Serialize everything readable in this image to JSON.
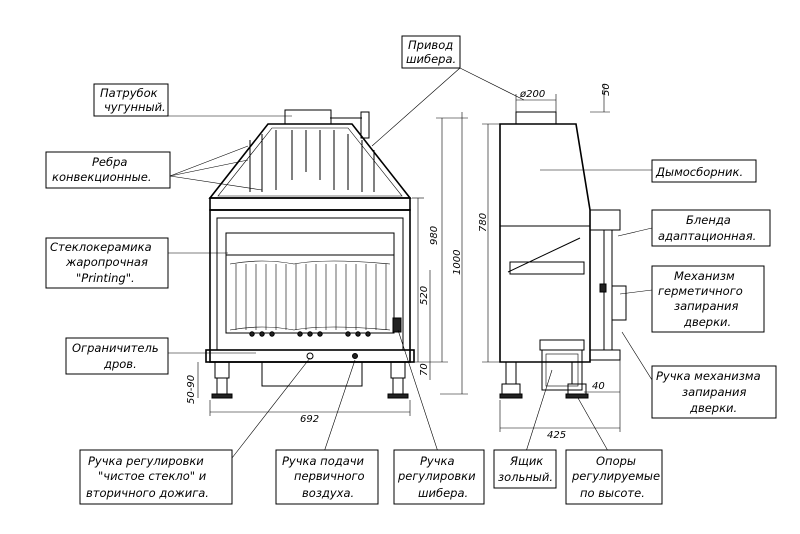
{
  "labels": {
    "privod": [
      "Привод",
      "шибера."
    ],
    "patrubok": [
      "Патрубок",
      "чугунный."
    ],
    "rebra": [
      "Ребра",
      "конвекционные."
    ],
    "steklo": [
      "Стеклокерамика",
      "жаропрочная",
      "\"Printing\"."
    ],
    "ogranichitel": [
      "Ограничитель",
      "дров."
    ],
    "ruchka_steklo": [
      "Ручка регулировки",
      "\"чистое стекло\" и",
      "вторичного дожига."
    ],
    "ruchka_vozduh": [
      "Ручка подачи",
      "первичного",
      "воздуха."
    ],
    "ruchka_shiber": [
      "Ручка",
      "регулировки",
      "шибера."
    ],
    "yashchik": [
      "Ящик",
      "зольный."
    ],
    "opory": [
      "Опоры",
      "регулируемые",
      "по высоте."
    ],
    "dymosbornik": [
      "Дымосборник."
    ],
    "blenda": [
      "Бленда",
      "адаптационная."
    ],
    "mehanizm": [
      "Механизм",
      "герметичного",
      "запирания",
      "дверки."
    ],
    "ruchka_mehanizma": [
      "Ручка механизма",
      "запирания",
      "дверки."
    ]
  },
  "dimensions": {
    "width_front": "692",
    "height_980": "980",
    "height_1000": "1000",
    "height_520": "520",
    "height_70": "70",
    "legs": "50-90",
    "diameter": "ø200",
    "top_50": "50",
    "height_780": "780",
    "depth_425": "425",
    "offset_40": "40"
  }
}
